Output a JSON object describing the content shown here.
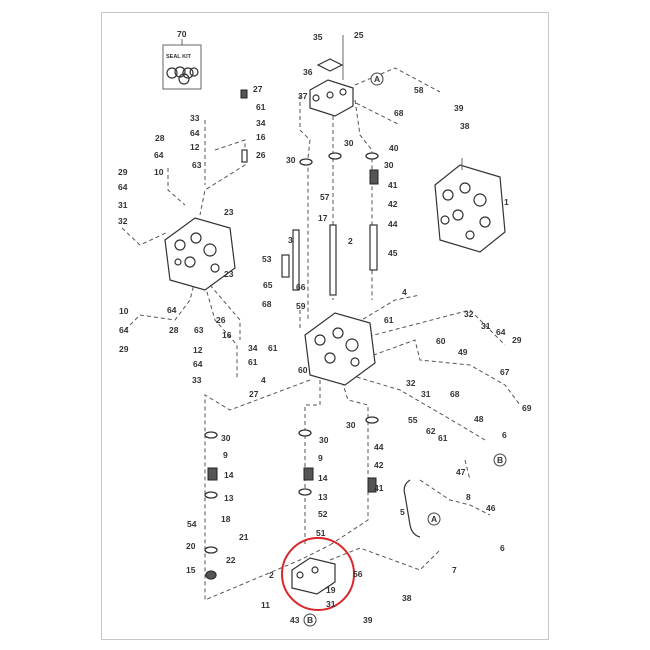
{
  "diagram": {
    "seal_kit": {
      "number": "70",
      "label": "SEAL KIT"
    },
    "callouts": [
      "A",
      "A",
      "B",
      "B"
    ],
    "labels": [
      "35",
      "25",
      "36",
      "37",
      "58",
      "39",
      "38",
      "68",
      "40",
      "27",
      "61",
      "34",
      "16",
      "26",
      "33",
      "64",
      "12",
      "63",
      "28",
      "64",
      "10",
      "29",
      "64",
      "31",
      "32",
      "30",
      "30",
      "30",
      "41",
      "57",
      "17",
      "42",
      "44",
      "1",
      "23",
      "3",
      "2",
      "45",
      "53",
      "23",
      "65",
      "66",
      "68",
      "59",
      "4",
      "10",
      "64",
      "29",
      "64",
      "28",
      "63",
      "26",
      "16",
      "12",
      "64",
      "33",
      "34",
      "61",
      "27",
      "61",
      "4",
      "60",
      "61",
      "32",
      "31",
      "64",
      "29",
      "60",
      "49",
      "67",
      "68",
      "69",
      "32",
      "31",
      "55",
      "62",
      "61",
      "48",
      "6",
      "47",
      "30",
      "9",
      "14",
      "13",
      "18",
      "54",
      "21",
      "20",
      "22",
      "15",
      "30",
      "9",
      "14",
      "13",
      "52",
      "51",
      "30",
      "44",
      "42",
      "41",
      "8",
      "5",
      "46",
      "6",
      "7",
      "2",
      "56",
      "19",
      "31",
      "38",
      "11",
      "43",
      "39"
    ],
    "highlight_color": "#d9282b"
  }
}
